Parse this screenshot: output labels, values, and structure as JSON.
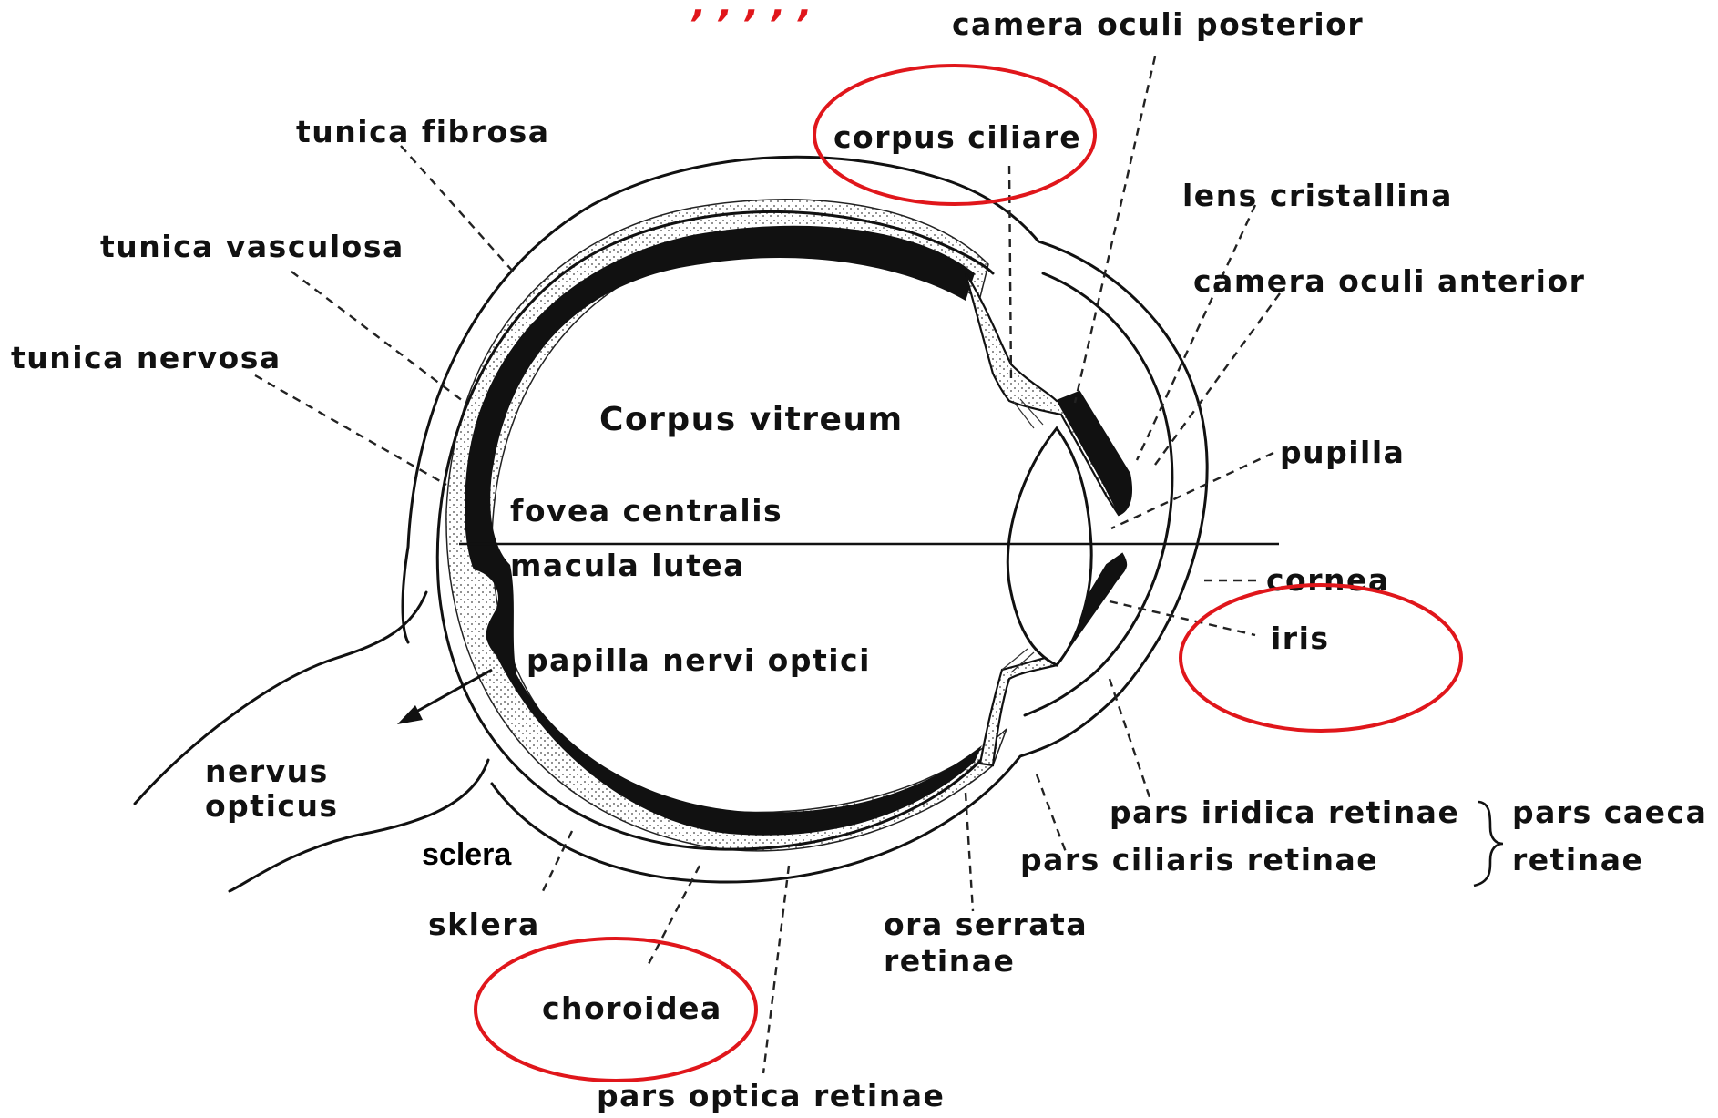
{
  "header_fragment": ", , , , ,",
  "labels": {
    "camera_oculi_posterior": "camera oculi posterior",
    "corpus_ciliare": "corpus ciliare",
    "tunica_fibrosa": "tunica fibrosa",
    "lens_cristallina": "lens cristallina",
    "tunica_vasculosa": "tunica vasculosa",
    "camera_oculi_anterior": "camera oculi anterior",
    "tunica_nervosa": "tunica nervosa",
    "corpus_vitreum": "Corpus vitreum",
    "pupilla": "pupilla",
    "fovea_centralis": "fovea centralis",
    "macula_lutea": "macula lutea",
    "cornea": "cornea",
    "iris": "iris",
    "papilla_nervi_optici": "papilla nervi optici",
    "nervus": "nervus",
    "opticus": "opticus",
    "pars_iridica_retinae": "pars iridica retinae",
    "pars_caeca": "pars caeca",
    "retinae": "retinae",
    "pars_ciliaris_retinae": "pars ciliaris retinae",
    "sclera_note": "sclera",
    "sklera": "sklera",
    "ora_serrata": "ora serrata",
    "ora_retinae": "retinae",
    "choroidea": "choroidea",
    "pars_optica_retinae": "pars optica retinae"
  },
  "colors": {
    "highlight": "#e0161b",
    "ink": "#111111"
  }
}
